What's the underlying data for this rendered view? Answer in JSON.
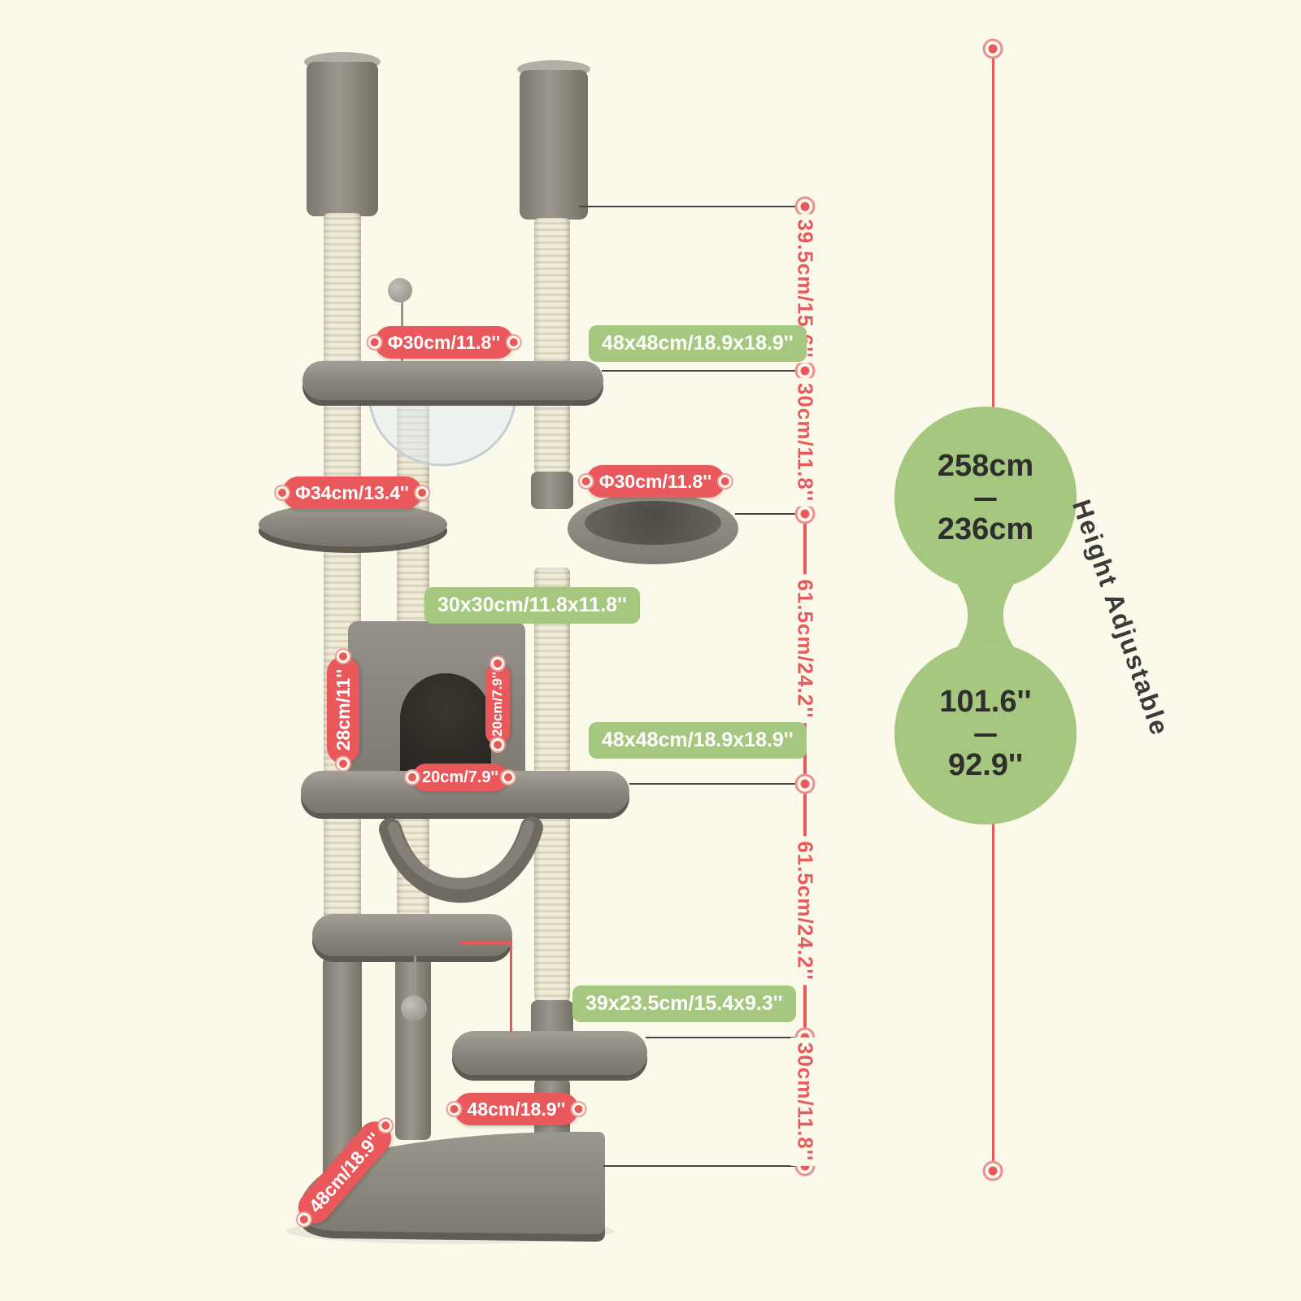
{
  "colors": {
    "background": "#FBFAEA",
    "accent_red": "#E9595B",
    "accent_green": "#A6C77F",
    "tree_gray": "#8A867E"
  },
  "pills": {
    "top_platform_diameter": "Φ30cm/11.8''",
    "round_perch_diameter": "Φ34cm/13.4''",
    "basket_diameter": "Φ30cm/11.8''",
    "house_height": "28cm/11''",
    "house_opening_height": "20cm/7.9''",
    "house_opening_width": "20cm/7.9''",
    "base_width": "48cm/18.9''",
    "base_depth": "48cm/18.9''"
  },
  "panels": {
    "top_platform_size": "48x48cm/18.9x18.9''",
    "house_size": "30x30cm/11.8x11.8''",
    "middle_platform_size": "48x48cm/18.9x18.9''",
    "step_size": "39x23.5cm/15.4x9.3''"
  },
  "ruler": {
    "segments": [
      "39.5cm/15.6''",
      "30cm/11.8''",
      "61.5cm/24.2''",
      "61.5cm/24.2''",
      "30cm/11.8''"
    ]
  },
  "height_badge": {
    "cm_max": "258cm",
    "cm_min": "236cm",
    "inch_max": "101.6''",
    "inch_min": "92.9''",
    "rotated_label": "Height Adjustable"
  }
}
